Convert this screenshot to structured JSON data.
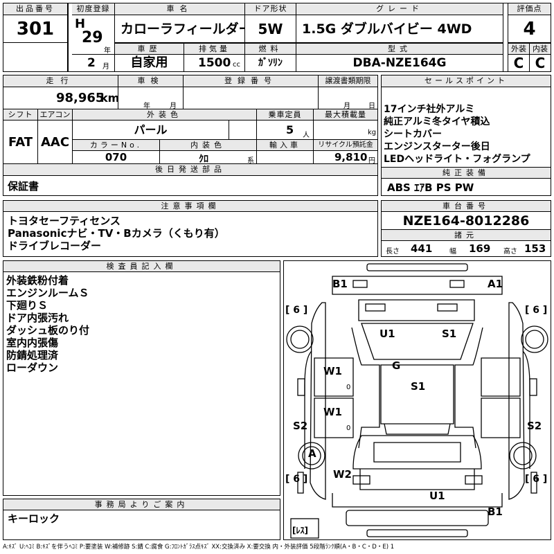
{
  "header": {
    "lot_label": "出品番号",
    "lot_value": "301",
    "first_reg_label": "初度登録",
    "era": "H",
    "year": "29",
    "year_unit": "年",
    "month": "2",
    "month_unit": "月",
    "car_name_label": "車名",
    "car_name": "カローラフィールダー",
    "door_label": "ドア形状",
    "door_value": "5W",
    "grade_label": "グレード",
    "grade_value": "1.5G ダブルバイビー 4WD",
    "score_label": "評価点",
    "score_value": "4",
    "history_label": "車歴",
    "history_value": "自家用",
    "displacement_label": "排気量",
    "displacement_value": "1500",
    "displacement_unit": "cc",
    "fuel_label": "燃料",
    "fuel_value": "ｶﾞｿﾘﾝ",
    "model_label": "型式",
    "model_value": "DBA-NZE164G",
    "exterior_label": "外装",
    "exterior_value": "C",
    "interior_label": "内装",
    "interior_value": "C"
  },
  "row2": {
    "mileage_label": "走行",
    "mileage_value": "98,965",
    "mileage_unit": "km",
    "inspection_label": "車検",
    "inspection_year_unit": "年",
    "inspection_month_unit": "月",
    "plate_label": "登録番号",
    "transfer_label": "譲渡書類期限",
    "transfer_month_unit": "月",
    "transfer_day_unit": "日",
    "shift_label": "シフト",
    "shift_value": "FAT",
    "ac_label": "エアコン",
    "ac_value": "AAC",
    "color_label": "外装色",
    "color_value": "パール",
    "capacity_label": "乗車定員",
    "capacity_value": "5",
    "capacity_unit": "人",
    "load_label": "最大積載量",
    "load_unit": "kg",
    "colorno_label": "カラーNo.",
    "colorno_value": "070",
    "intcolor_label": "内装色",
    "intcolor_value": "ｸﾛ",
    "intcolor_unit": "系",
    "import_label": "輸入車",
    "recycle_label": "リサイクル預託金",
    "recycle_value": "9,810",
    "recycle_unit": "円"
  },
  "sales_points": {
    "title": "セールスポイント",
    "items": [
      "17インチ社外アルミ",
      "純正アルミ冬タイヤ積込",
      "シートカバー",
      "エンジンスターター後日",
      "LEDヘッドライト・フォグランプ"
    ]
  },
  "later_parts": {
    "title": "後日発送部品",
    "value": "保証書"
  },
  "equipment": {
    "title": "純正装備",
    "value": "ABS ｴｱB PS PW"
  },
  "cautions": {
    "title": "注意事項欄",
    "items": [
      "トヨタセーフティセンス",
      "Panasonicナビ・TV・Bカメラ（くもり有）",
      "ドライブレコーダー"
    ]
  },
  "chassis": {
    "title": "車台番号",
    "value": "NZE164-8012286"
  },
  "specs": {
    "title": "諸元",
    "length_label": "長さ",
    "length": "441",
    "width_label": "幅",
    "width": "169",
    "height_label": "高さ",
    "height": "153"
  },
  "inspector": {
    "title": "検査員記入欄",
    "items": [
      "外装鉄粉付着",
      "エンジンルームＳ",
      "下廻りＳ",
      "ドア内張汚れ",
      "ダッシュ板のり付",
      "室内内張傷",
      "防錆処理済",
      "ローダウン"
    ]
  },
  "office": {
    "title": "事務局よりご案内",
    "value": "キーロック"
  },
  "diagram": {
    "marks": {
      "b1_top": "B1",
      "a1_top": "A1",
      "u1_roof": "U1",
      "s1_roof": "S1",
      "g": "G",
      "s1_body": "S1",
      "w1_front": "W1",
      "w1_rear": "W1",
      "zero_front": "0",
      "zero_rear": "0",
      "s2_left": "S2",
      "s2_right": "S2",
      "a_wheel": "A",
      "w2": "W2",
      "u1_rear": "U1",
      "b1_rear": "B1",
      "tire_tl": "[ 6 ]",
      "tire_tr": "[ 6 ]",
      "tire_bl": "[ 6 ]",
      "tire_br": "[ 6 ]",
      "spare": "[ﾚｽ]"
    }
  },
  "legend": "A:ｷｽﾞ U:ﾍｺﾐ B:ｷｽﾞを伴うﾍｺﾐ P:要塗装 W:補修跡 S:錆 C:腐食 G:ﾌﾛﾝﾄｶﾞﾗｽ点ｷｽﾞ XX:交換済み X:要交換 内・外装評価 5段階ﾗﾝｸ順(A・B・C・D・E) 1"
}
